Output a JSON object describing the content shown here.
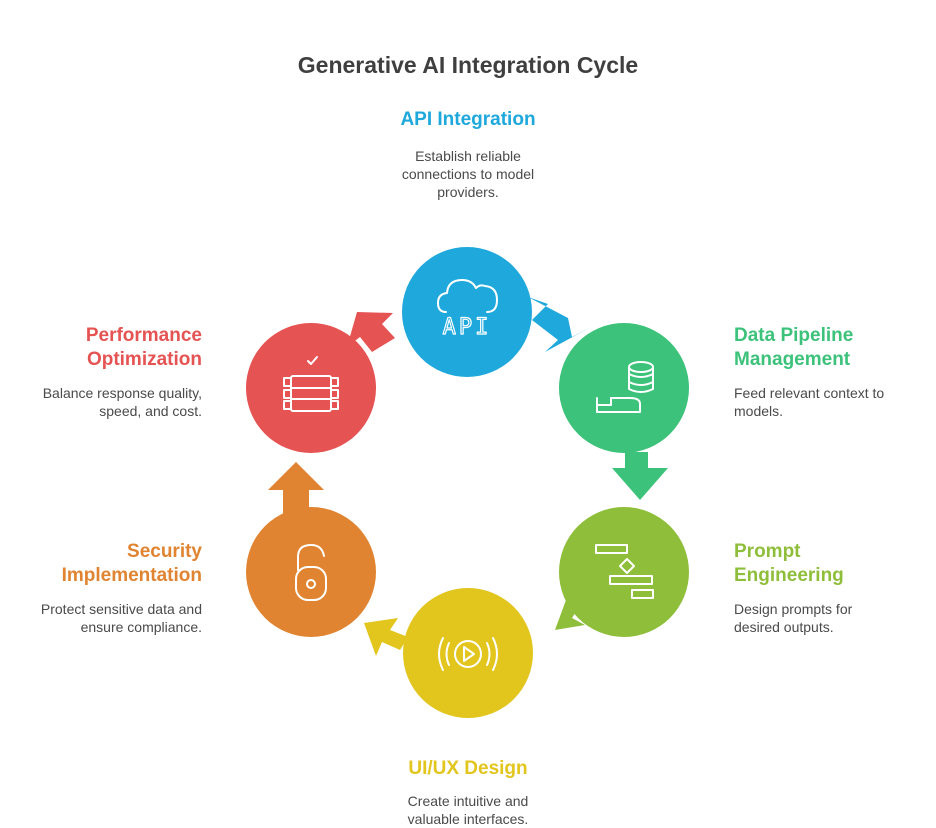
{
  "title": "Generative AI Integration Cycle",
  "colors": {
    "api": "#1ea8dc",
    "data": "#3cc27a",
    "prompt": "#8fbe3a",
    "uiux": "#e2c51d",
    "security": "#e08431",
    "performance": "#e55353"
  },
  "stages": {
    "api": {
      "title": "API Integration",
      "desc": [
        "Establish reliable",
        "connections to model",
        "providers."
      ],
      "icon_text": "API"
    },
    "data": {
      "title": [
        "Data Pipeline",
        "Management"
      ],
      "desc": [
        "Feed relevant context to",
        "models."
      ]
    },
    "prompt": {
      "title": [
        "Prompt",
        "Engineering"
      ],
      "desc": [
        "Design prompts for",
        "desired outputs."
      ]
    },
    "uiux": {
      "title": "UI/UX Design",
      "desc": [
        "Create intuitive and",
        "valuable interfaces."
      ]
    },
    "security": {
      "title": [
        "Security",
        "Implementation"
      ],
      "desc": [
        "Protect sensitive data and",
        "ensure compliance."
      ]
    },
    "performance": {
      "title": [
        "Performance",
        "Optimization"
      ],
      "desc": [
        "Balance response quality,",
        "speed, and cost."
      ]
    }
  },
  "icons": {
    "api": "cloud-api-icon",
    "data": "database-icon",
    "prompt": "flowchart-icon",
    "uiux": "broadcast-play-icon",
    "security": "unlocked-padlock-icon",
    "performance": "server-check-icon"
  }
}
